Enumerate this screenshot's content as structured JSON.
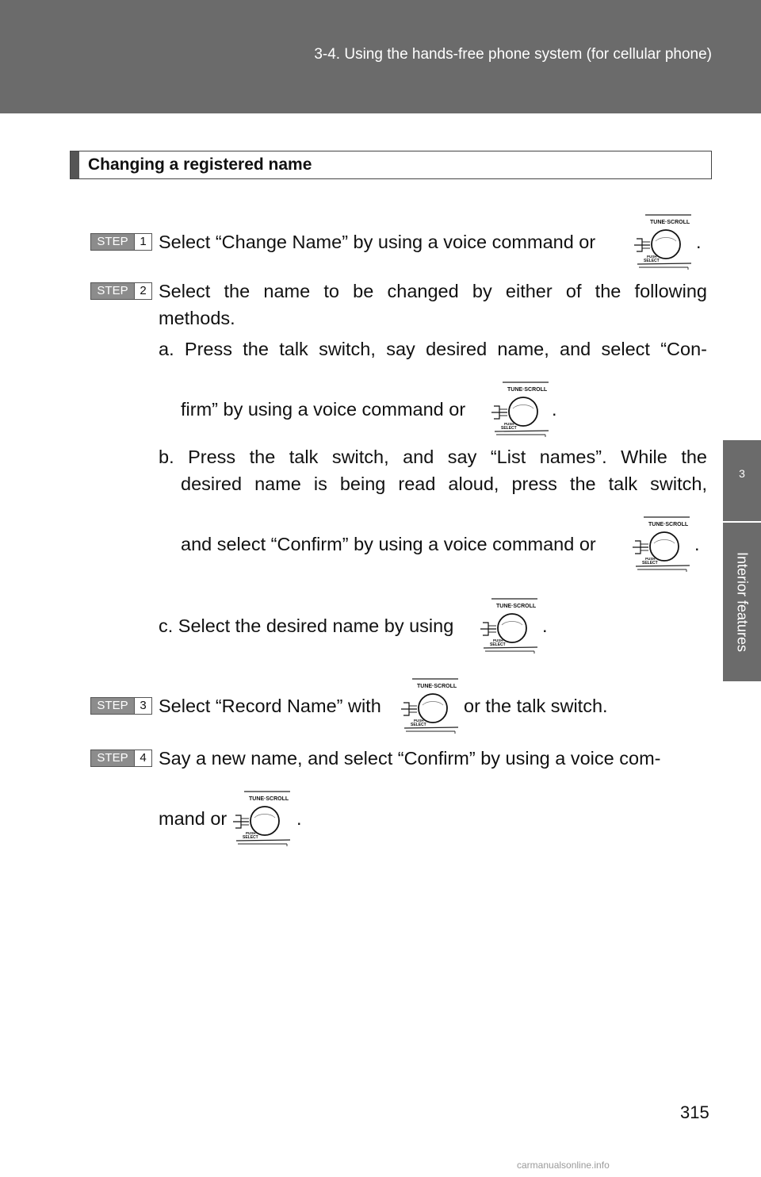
{
  "header": {
    "title": "3-4. Using the hands-free phone system (for cellular phone)"
  },
  "side_tab": {
    "chapter_number": "3",
    "chapter_label": "Interior features"
  },
  "section": {
    "title": "Changing a registered name"
  },
  "step_word": "STEP",
  "steps": [
    {
      "number": "1",
      "text_before": "Select “Change Name” by using a voice command or",
      "text_after": "."
    },
    {
      "number": "2",
      "line1": "Select the name to be changed by either of the following",
      "line2": "methods."
    },
    {
      "number": "3",
      "text_before": "Select “Record Name” with",
      "text_after": "or the talk switch."
    },
    {
      "number": "4",
      "line1": "Say a new name, and select “Confirm” by using a voice com-",
      "line2_before": "mand or",
      "line2_after": "."
    }
  ],
  "methods": {
    "a": {
      "line1": "a. Press the talk switch, say desired name, and select “Con-",
      "line2_before": "firm” by using a voice command or",
      "line2_after": "."
    },
    "b": {
      "line1": "b. Press the talk switch, and say “List names”. While the",
      "line2": "desired name is being read aloud, press the talk switch,",
      "line3_before": "and select “Confirm” by using a voice command or",
      "line3_after": "."
    },
    "c": {
      "text_before": "c. Select the desired name by using",
      "text_after": "."
    }
  },
  "dial": {
    "top_label": "TUNE·SCROLL",
    "push_label": "PUSH",
    "select_label": "SELECT",
    "icon": "tune-scroll-knob-icon"
  },
  "page_number": "315",
  "watermark": "carmanualsonline.info"
}
